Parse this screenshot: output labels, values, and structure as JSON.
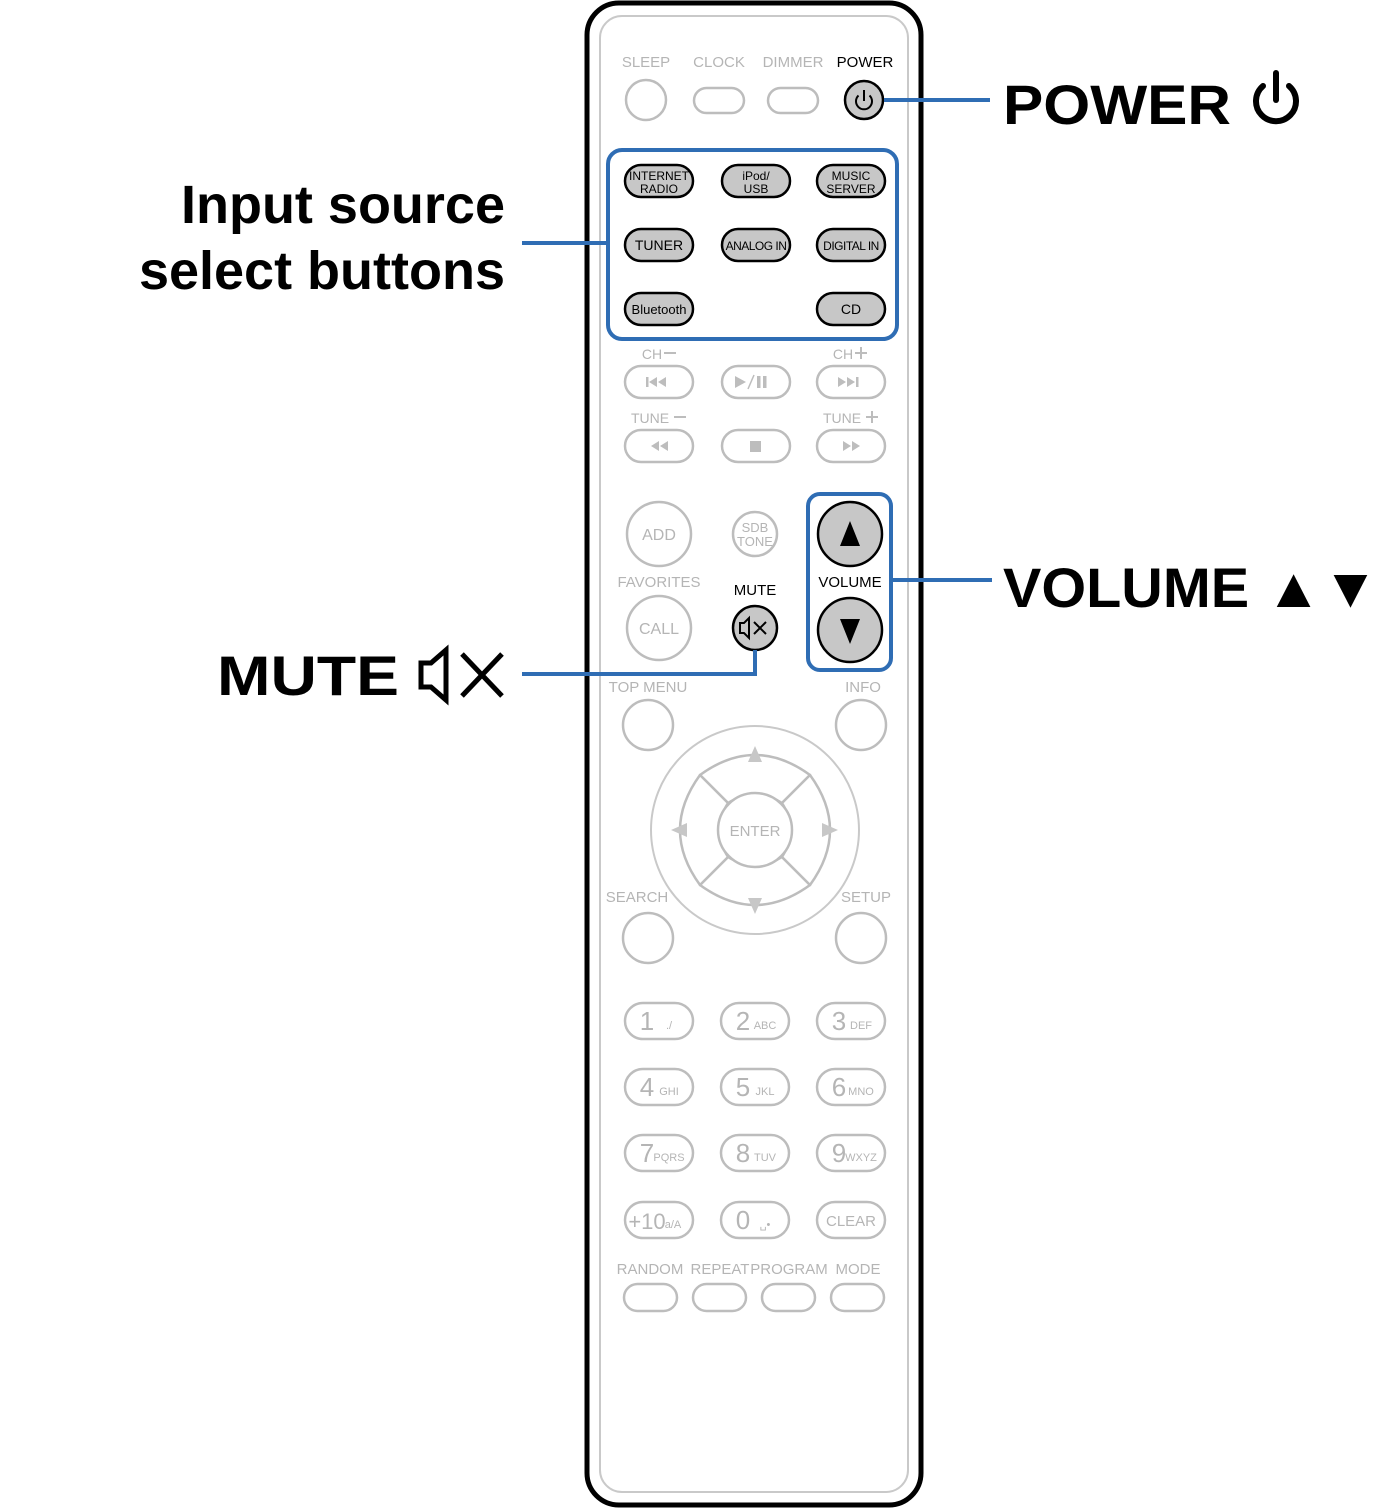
{
  "callouts": {
    "power": "POWER",
    "input_line1": "Input source",
    "input_line2": "select buttons",
    "volume": "VOLUME ▲▼",
    "mute": "MUTE"
  },
  "colors": {
    "highlight": "#2f6db4",
    "active_button": "#c7c7c7",
    "inactive_stroke": "#bdbdbd",
    "remote_outline": "#000000"
  },
  "remote": {
    "top_row": {
      "sleep": "SLEEP",
      "clock": "CLOCK",
      "dimmer": "DIMMER",
      "power": "POWER"
    },
    "inputs": {
      "internet_radio_1": "INTERNET",
      "internet_radio_2": "RADIO",
      "ipod_usb_1": "iPod/",
      "ipod_usb_2": "USB",
      "music_server_1": "MUSIC",
      "music_server_2": "SERVER",
      "tuner": "TUNER",
      "analog_in": "ANALOG IN",
      "digital_in": "DIGITAL IN",
      "bluetooth": "Bluetooth",
      "cd": "CD"
    },
    "transport": {
      "ch_minus": "CH",
      "ch_plus": "CH",
      "tune_minus": "TUNE",
      "tune_plus": "TUNE"
    },
    "middle": {
      "add": "ADD",
      "sdb_1": "SDB",
      "sdb_2": "TONE",
      "favorites": "FAVORITES",
      "call": "CALL",
      "mute": "MUTE",
      "volume": "VOLUME",
      "top_menu": "TOP MENU",
      "info": "INFO",
      "enter": "ENTER",
      "search": "SEARCH",
      "setup": "SETUP"
    },
    "keypad": [
      {
        "num": "1",
        "sub": "./"
      },
      {
        "num": "2",
        "sub": "ABC"
      },
      {
        "num": "3",
        "sub": "DEF"
      },
      {
        "num": "4",
        "sub": "GHI"
      },
      {
        "num": "5",
        "sub": "JKL"
      },
      {
        "num": "6",
        "sub": "MNO"
      },
      {
        "num": "7",
        "sub": "PQRS"
      },
      {
        "num": "8",
        "sub": "TUV"
      },
      {
        "num": "9",
        "sub": "WXYZ"
      },
      {
        "num": "+10",
        "sub": "a/A"
      },
      {
        "num": "0",
        "sub": "␣•"
      },
      {
        "num": "CLEAR",
        "sub": ""
      }
    ],
    "bottom_row": {
      "random": "RANDOM",
      "repeat": "REPEAT",
      "program": "PROGRAM",
      "mode": "MODE"
    }
  }
}
